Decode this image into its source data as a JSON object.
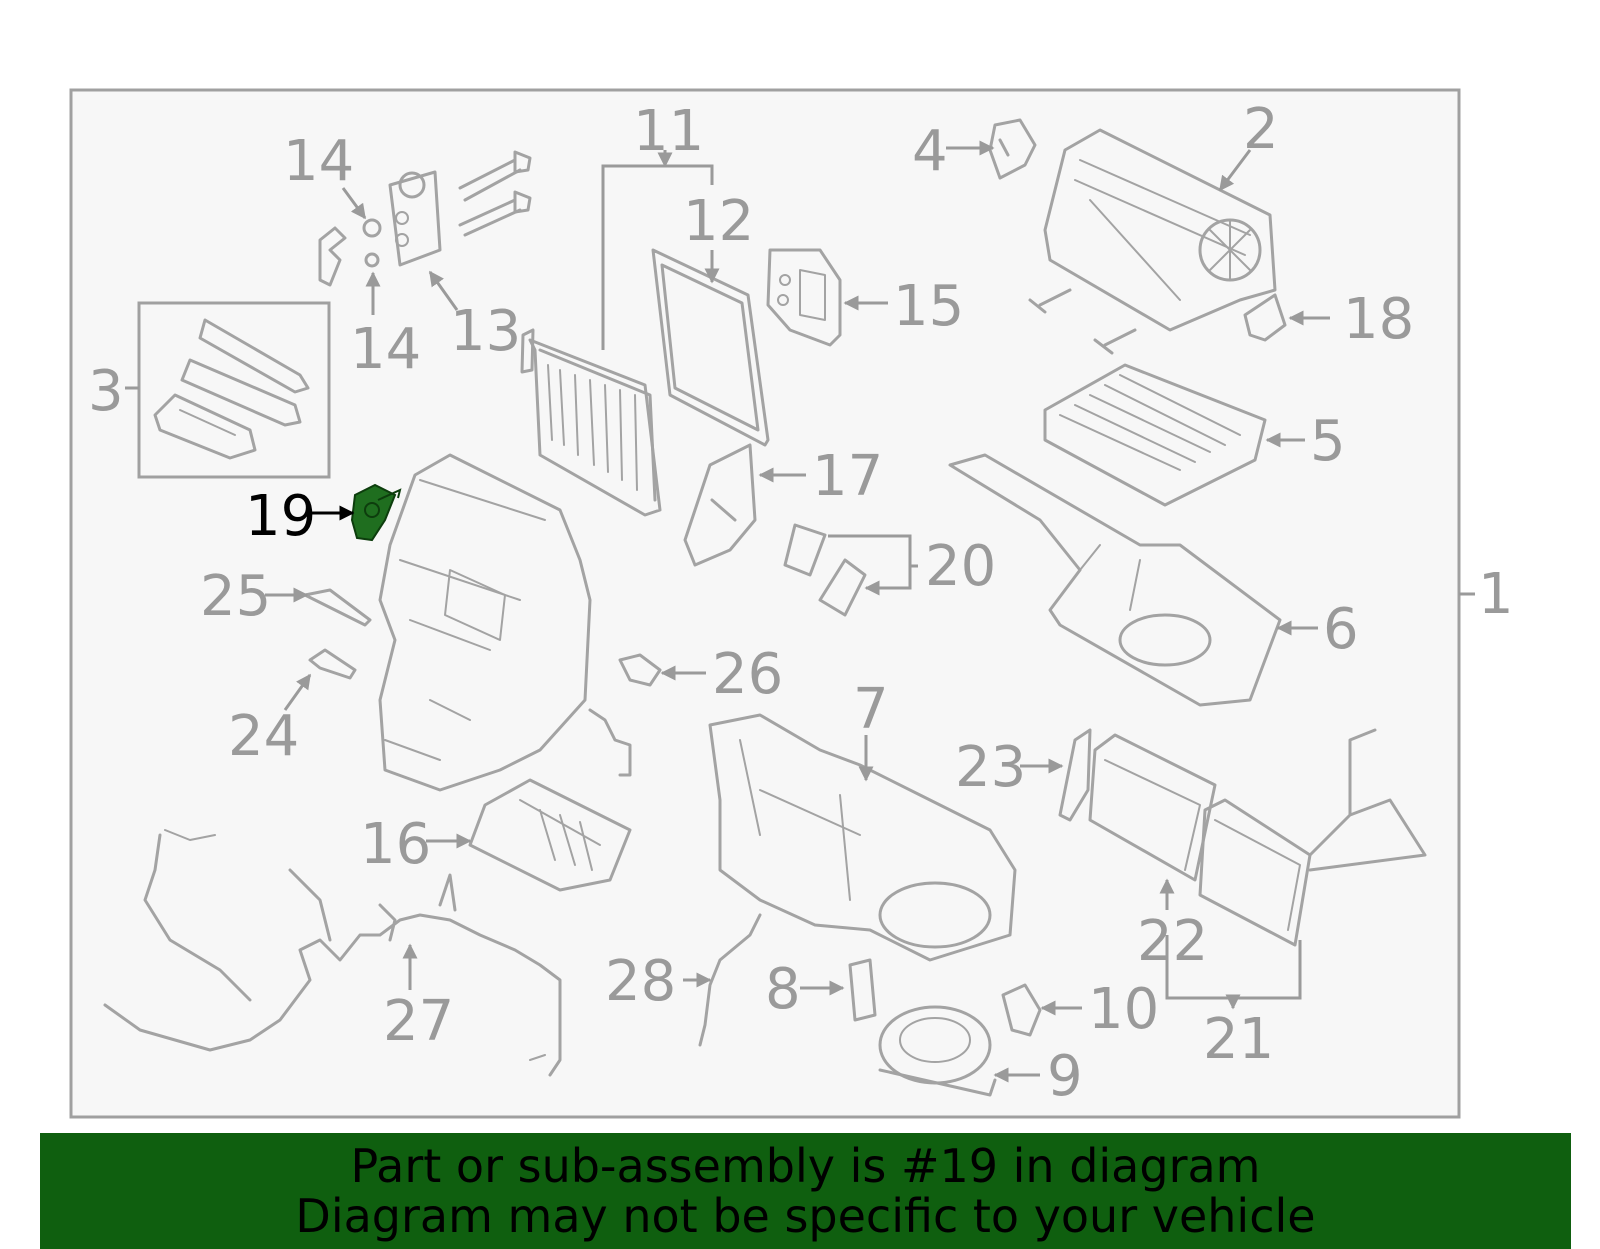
{
  "diagram": {
    "callouts": [
      "1",
      "2",
      "3",
      "4",
      "5",
      "6",
      "7",
      "8",
      "9",
      "10",
      "11",
      "12",
      "13",
      "14",
      "14",
      "15",
      "16",
      "17",
      "18",
      "19",
      "20",
      "21",
      "22",
      "23",
      "24",
      "25",
      "26",
      "27",
      "28"
    ],
    "highlighted_part": "19",
    "highlight_color": "#1f6e1f",
    "frame_color": "#a0a0a0",
    "part_line_color": "#a3a3a3",
    "label_color": "#9a9a9a"
  },
  "banner": {
    "line1": "Part or sub-assembly is #19 in diagram",
    "line2": "Diagram may not be specific to your vehicle",
    "background": "#0f5f0f"
  }
}
